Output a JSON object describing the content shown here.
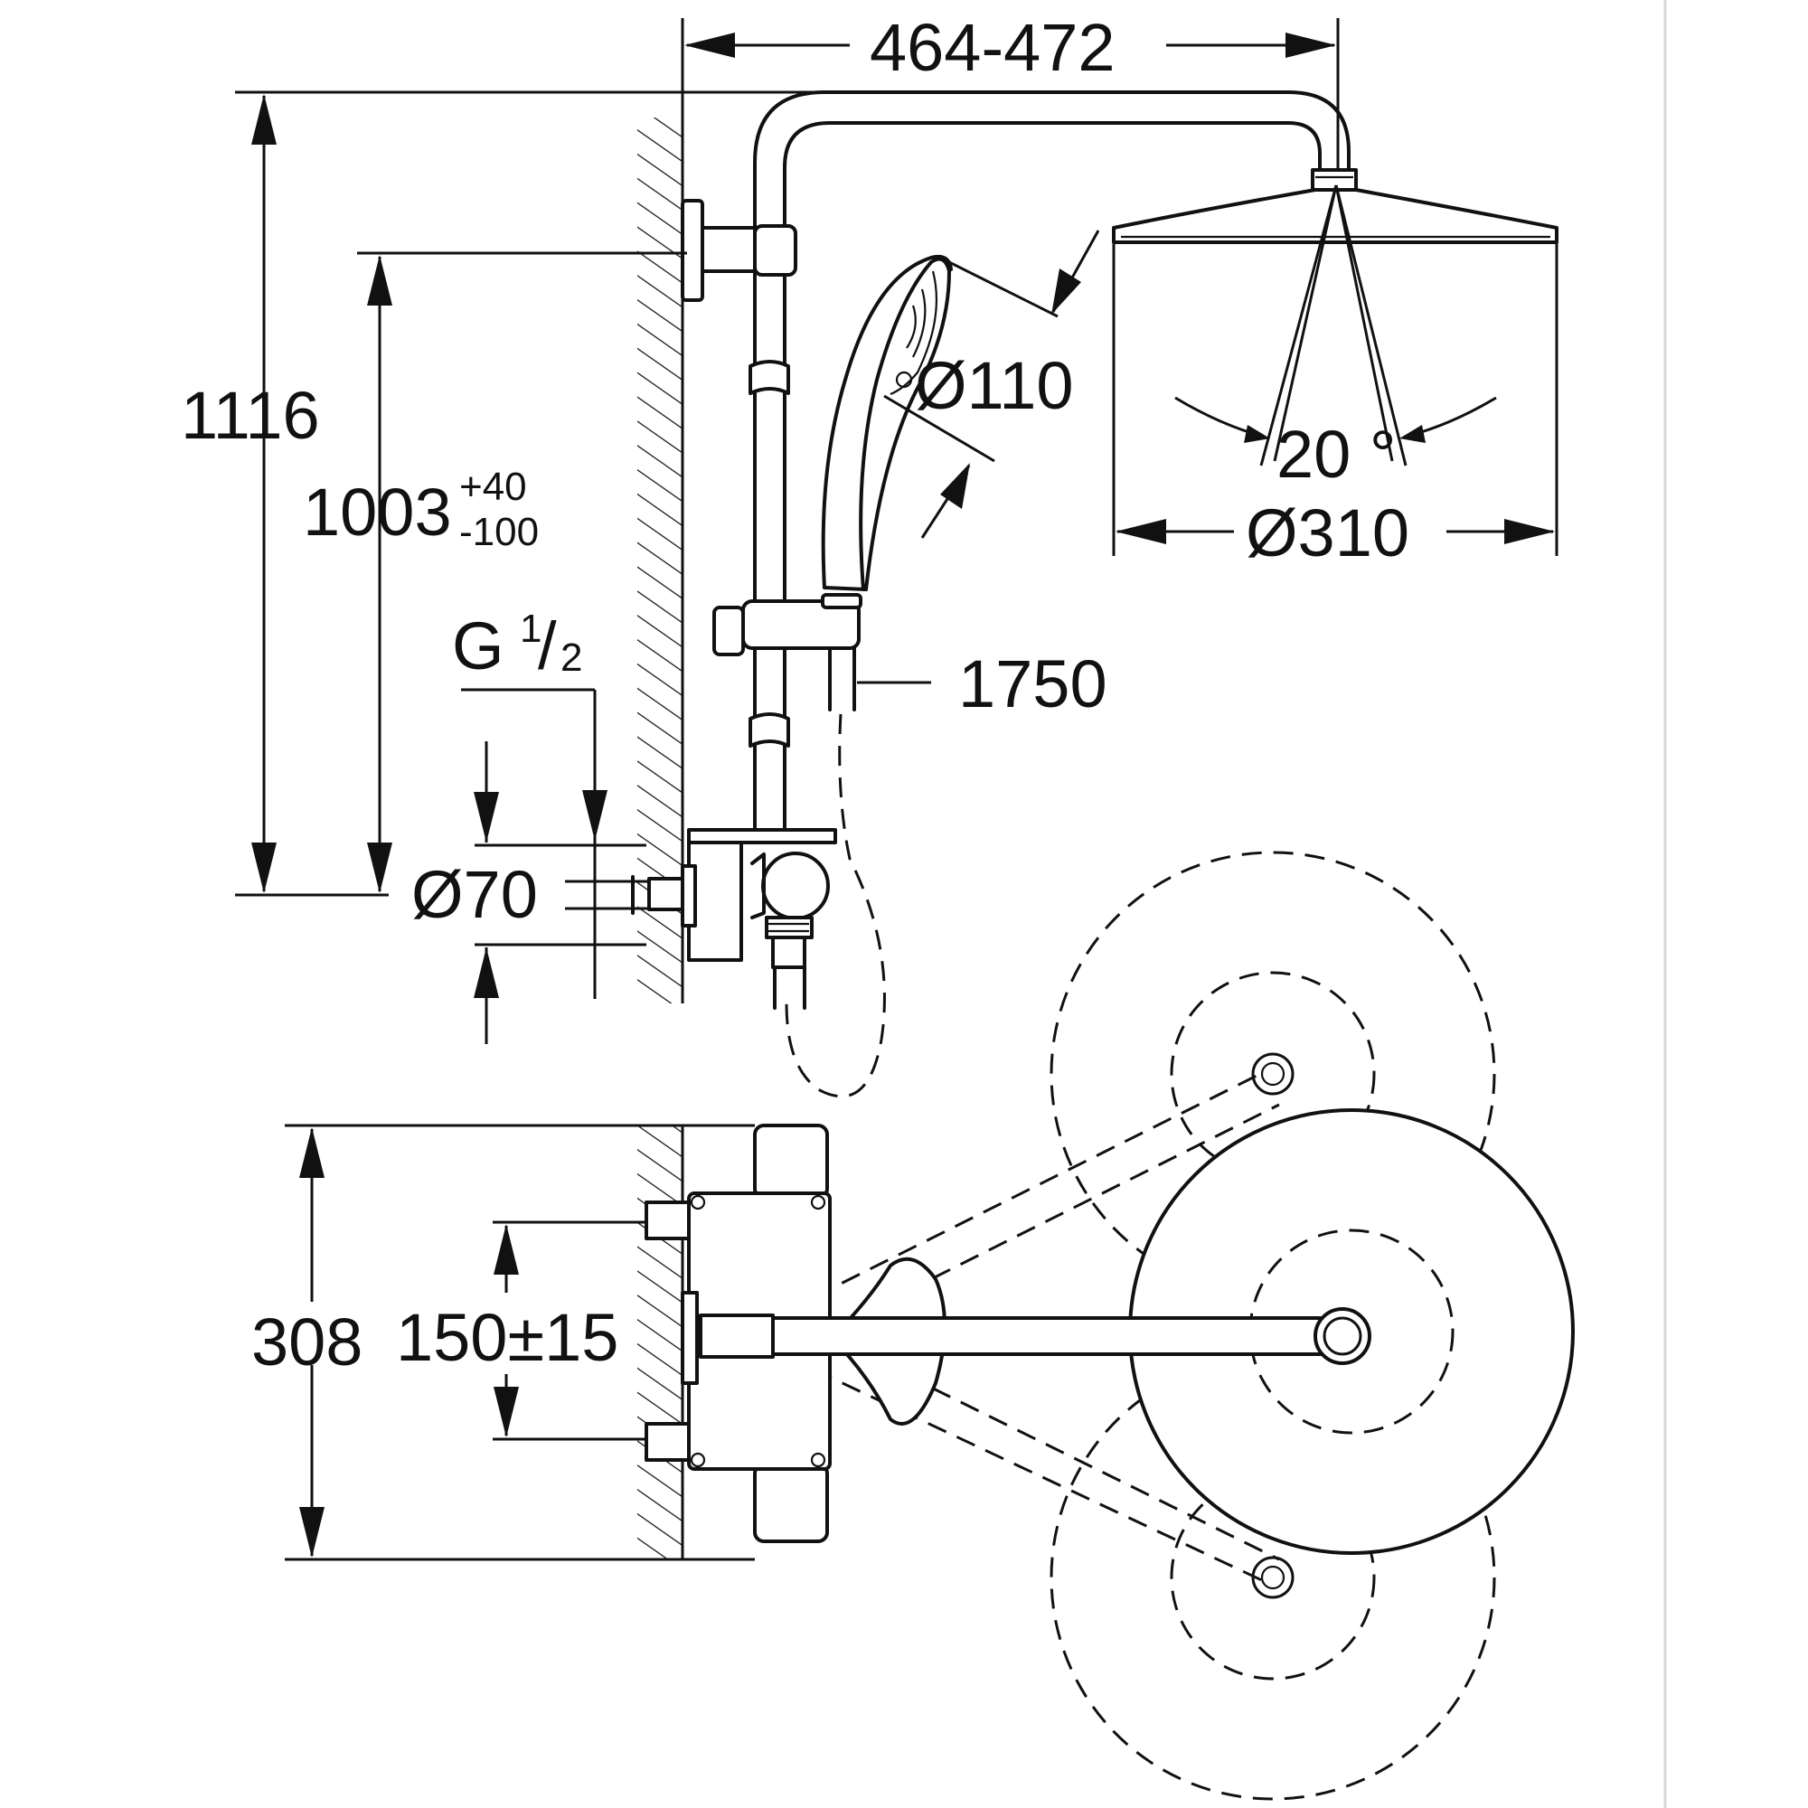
{
  "dimensions": {
    "arm_projection": "464-472",
    "total_height": "1116",
    "rail_height_main": "1003",
    "rail_height_plus": "+40",
    "rail_height_minus": "-100",
    "thread_g": "G",
    "thread_num": "1",
    "thread_slash": "/",
    "thread_den": "2",
    "handshower_diameter": "Ø110",
    "headshower_diameter": "Ø310",
    "headshower_angle": "20 °",
    "hose_length": "1750",
    "escutcheon_diameter": "Ø70",
    "wall_depth": "308",
    "inlet_spacing": "150±15"
  },
  "colors": {
    "line": "#111111",
    "background": "#ffffff"
  }
}
